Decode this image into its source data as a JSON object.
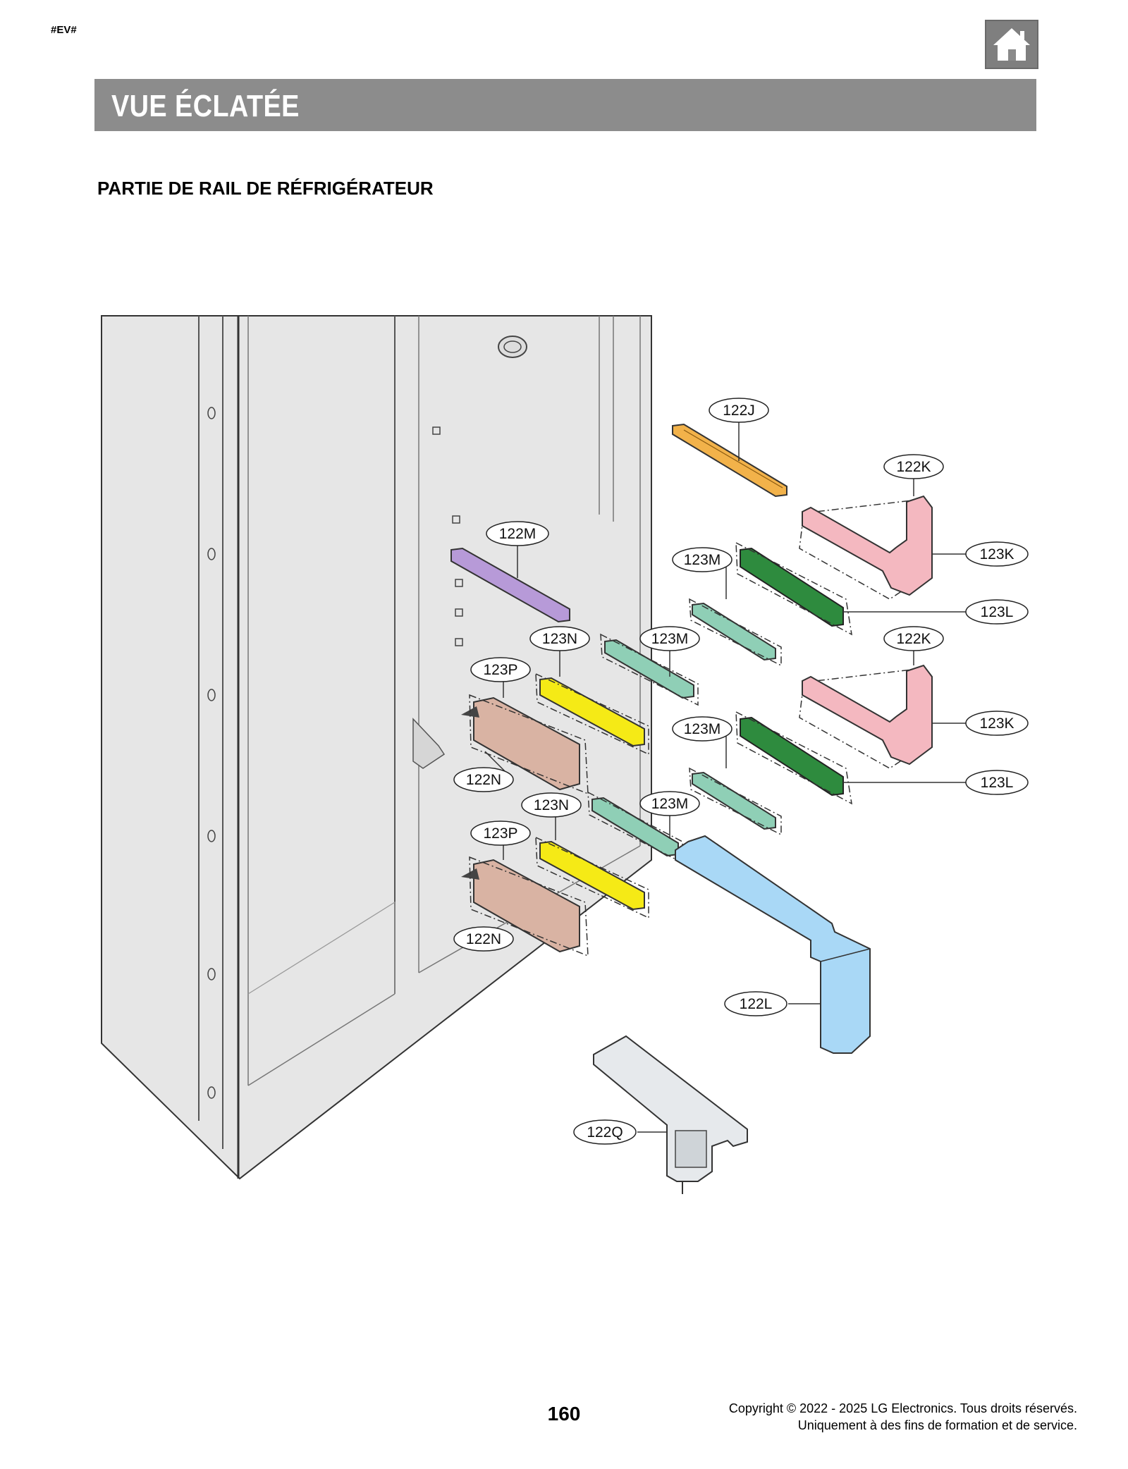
{
  "header": {
    "doc_code": "#EV#",
    "home_icon": "home-icon",
    "section_title": "VUE ÉCLATÉE"
  },
  "subsection_title": "PARTIE DE RAIL DE RÉFRIGÉRATEUR",
  "diagram": {
    "callouts": {
      "c122J": "122J",
      "c122K_1": "122K",
      "c123K_1": "123K",
      "c123L_1": "123L",
      "c123M_1": "123M",
      "c122M": "122M",
      "c123N_1": "123N",
      "c123M_2": "123M",
      "c123P_1": "123P",
      "c122N_1": "122N",
      "c122K_2": "122K",
      "c123K_2": "123K",
      "c123M_3": "123M",
      "c123L_2": "123L",
      "c123N_2": "123N",
      "c123M_4": "123M",
      "c123P_2": "123P",
      "c122N_2": "122N",
      "c122L": "122L",
      "c122Q": "122Q"
    },
    "colors": {
      "rail_122J": "#f2b24a",
      "bracket_122K": "#f4b8c0",
      "rail_123L": "#2e8b3e",
      "rail_123M": "#8fcfb6",
      "rail_122M": "#b79ad8",
      "rail_123N": "#f5ea16",
      "bracket_122N": "#d9b3a3",
      "cover_122L": "#a9d8f6",
      "bracket_122Q": "#e6e9ec",
      "cabinet": "#e6e6e6"
    }
  },
  "footer": {
    "page_number": "160",
    "copyright_line1": "Copyright © 2022 - 2025 LG Electronics. Tous droits réservés.",
    "copyright_line2": "Uniquement à des fins de formation et de service."
  }
}
